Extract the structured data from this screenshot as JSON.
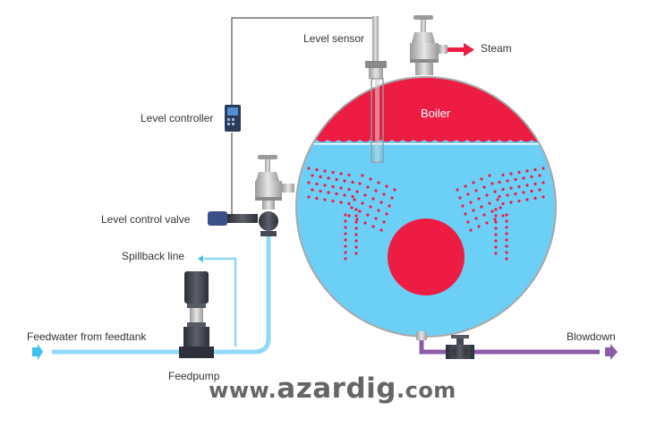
{
  "labels": {
    "level_sensor": "Level sensor",
    "steam": "Steam",
    "level_controller": "Level controller",
    "boiler": "Boiler",
    "level_control_valve": "Level control valve",
    "spillback_line": "Spillback line",
    "feedwater": "Feedwater from feedtank",
    "feedpump": "Feedpump",
    "blowdown": "Blowdown"
  },
  "watermark": {
    "prefix": "www.",
    "brand": "azardig",
    "suffix": ".com"
  },
  "colors": {
    "water": "#6ccff6",
    "steam": "#ed1c42",
    "pipe_blue": "#8fd8f7",
    "blowdown": "#8b5ba7",
    "shell": "#a8a8a8",
    "text": "#333333",
    "watermark": "#666666"
  },
  "icons": [
    "boiler-drum",
    "level-sensor-probe",
    "safety-valve",
    "level-controller-device",
    "level-control-valve",
    "feedpump",
    "blowdown-valve",
    "flow-arrow"
  ]
}
